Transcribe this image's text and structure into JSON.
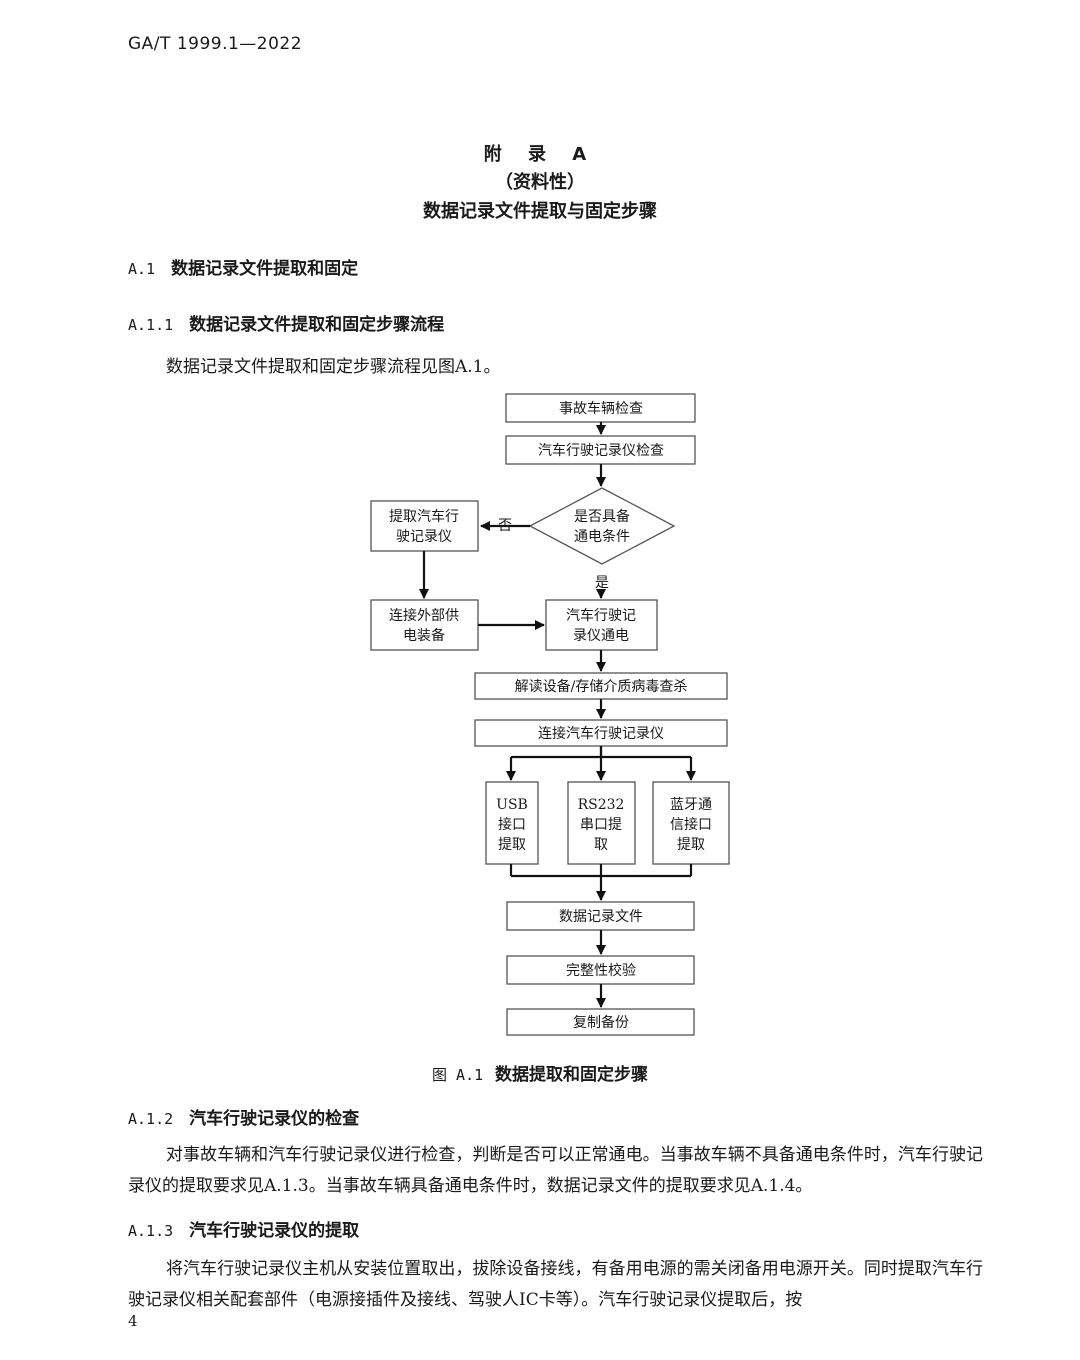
{
  "header": {
    "standard_id": "GA/T 1999.1—2022"
  },
  "appendix": {
    "label": "附 录 A",
    "type": "（资料性）",
    "title": "数据记录文件提取与固定步骤"
  },
  "sections": {
    "a1": {
      "num": "A.1",
      "title": "数据记录文件提取和固定"
    },
    "a11": {
      "num": "A.1.1",
      "title": "数据记录文件提取和固定步骤流程",
      "text": "数据记录文件提取和固定步骤流程见图A.1。"
    },
    "a12": {
      "num": "A.1.2",
      "title": "汽车行驶记录仪的检查",
      "text": "对事故车辆和汽车行驶记录仪进行检查，判断是否可以正常通电。当事故车辆不具备通电条件时，汽车行驶记录仪的提取要求见A.1.3。当事故车辆具备通电条件时，数据记录文件的提取要求见A.1.4。"
    },
    "a13": {
      "num": "A.1.3",
      "title": "汽车行驶记录仪的提取",
      "text": "将汽车行驶记录仪主机从安装位置取出，拔除设备接线，有备用电源的需关闭备用电源开关。同时提取汽车行驶记录仪相关配套部件（电源接插件及接线、驾驶人IC卡等）。汽车行驶记录仪提取后，按"
    }
  },
  "flowchart": {
    "inspect_vehicle": "事故车辆检查",
    "inspect_recorder": "汽车行驶记录仪检查",
    "decision": [
      "是否具备",
      "通电条件"
    ],
    "no_label": "否",
    "yes_label": "是",
    "extract_recorder": [
      "提取汽车行",
      "驶记录仪"
    ],
    "external_power": [
      "连接外部供",
      "电装备"
    ],
    "power_on": [
      "汽车行驶记",
      "录仪通电"
    ],
    "virus_scan": "解读设备/存储介质病毒查杀",
    "connect": "连接汽车行驶记录仪",
    "usb": [
      "USB",
      "接口",
      "提取"
    ],
    "rs232": [
      "RS232",
      "串口提",
      "取"
    ],
    "bluetooth": [
      "蓝牙通",
      "信接口",
      "提取"
    ],
    "data_file": "数据记录文件",
    "integrity": "完整性校验",
    "backup": "复制备份"
  },
  "figure_caption": {
    "num": "图 A.1",
    "text": "数据提取和固定步骤"
  },
  "page_number": "4"
}
